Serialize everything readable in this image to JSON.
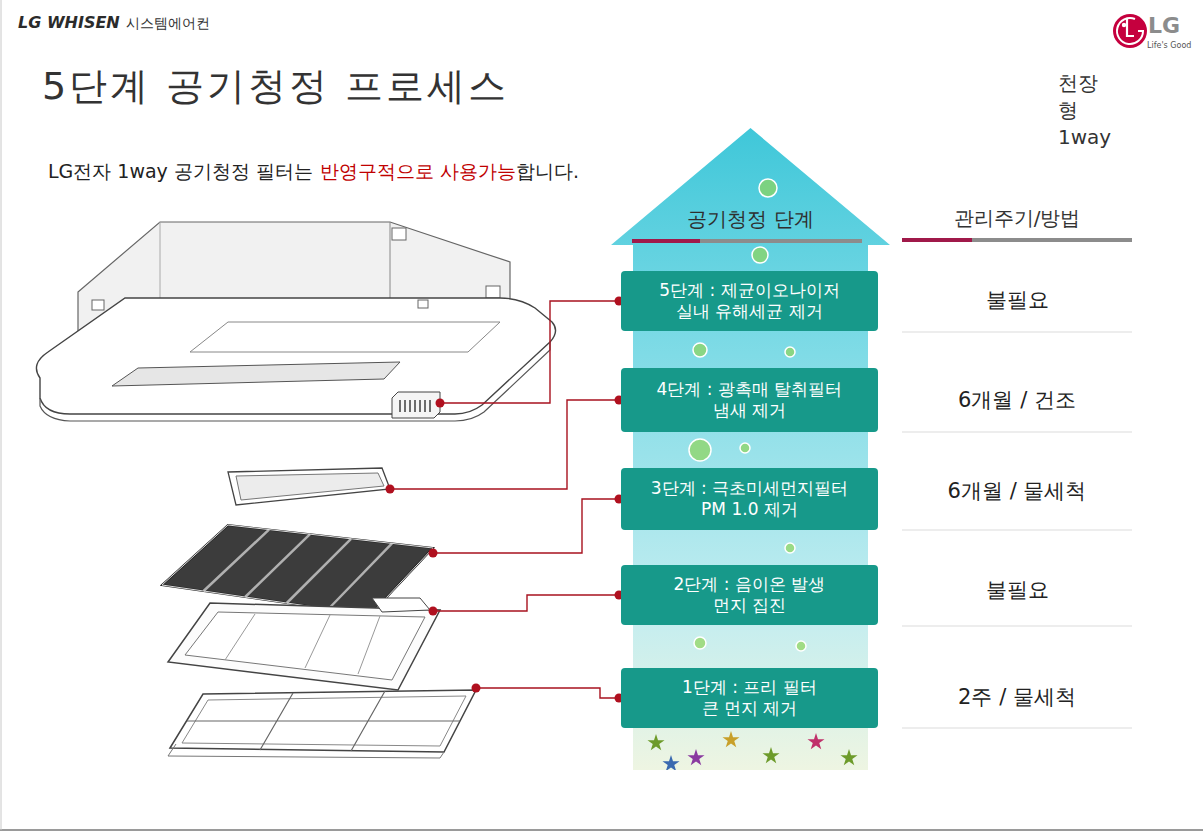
{
  "diagram": {
    "title": "5단계 공기청정 프로세스",
    "nodes": [
      {
        "text": [
          "공기청정 단계"
        ]
      },
      {
        "text": [
          "5단계 : 제균이오나이저",
          "실내 유해세균 제거"
        ],
        "in": 0
      },
      {
        "text": [
          "4단계 : 광촉매 탈취필터",
          "냄새 제거"
        ],
        "in": 0
      },
      {
        "text": [
          "3단계 : 극초미세먼지필터",
          "PM 1.0 제거"
        ],
        "in": 0
      },
      {
        "text": [
          "2단계 : 음이온 발생",
          "먼지 집진"
        ],
        "in": 0
      },
      {
        "text": [
          "1단계 : 프리 필터",
          "큰 먼지 제거"
        ],
        "in": 0
      }
    ],
    "labels": [
      "LG WHISEN",
      "시스템에어컨",
      "LG",
      "Life's Good",
      "천장형 1way",
      "LG전자 1way 공기청정 필터는",
      "반영구적으로 사용가능",
      "합니다.",
      "관리주기/방법",
      "불필요",
      "6개월 / 건조",
      "6개월 / 물세척",
      "불필요",
      "2주 / 물세척"
    ]
  }
}
